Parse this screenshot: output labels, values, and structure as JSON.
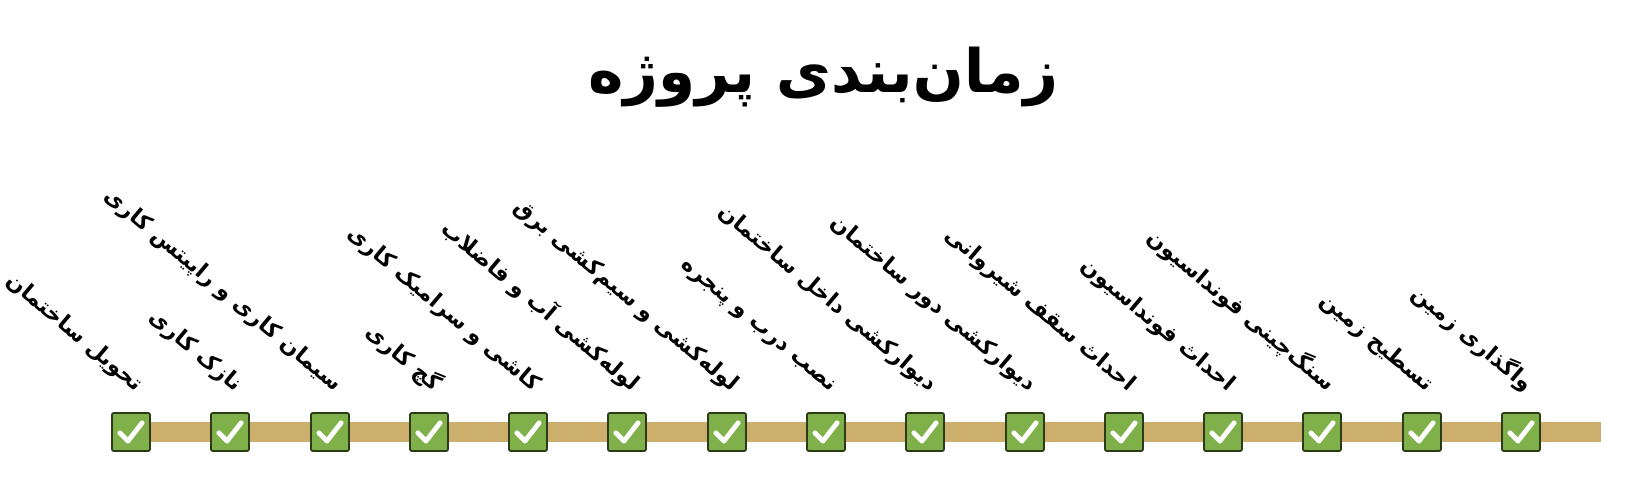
{
  "title": "زمان‌بندی پروژه",
  "colors": {
    "track": "#cdaf6d",
    "check_box": "#7fb04a",
    "check_mark": "#ffffff"
  },
  "milestones": [
    {
      "label": "واگذاری زمین",
      "status": "done",
      "icon": "check-mark-icon"
    },
    {
      "label": "تسطیح زمین",
      "status": "done",
      "icon": "check-mark-icon"
    },
    {
      "label": "سنگ‌چینی فونداسیون",
      "status": "done",
      "icon": "check-mark-icon"
    },
    {
      "label": "احداث فونداسیون",
      "status": "done",
      "icon": "check-mark-icon"
    },
    {
      "label": "احداث سقف شیروانی",
      "status": "done",
      "icon": "check-mark-icon"
    },
    {
      "label": "دیوارکشی دور ساختمان",
      "status": "done",
      "icon": "check-mark-icon"
    },
    {
      "label": "دیوارکشی داخل ساختمان",
      "status": "done",
      "icon": "check-mark-icon"
    },
    {
      "label": "نصب درب و پنجره",
      "status": "done",
      "icon": "check-mark-icon"
    },
    {
      "label": "لوله‌کشی و سیم‌کشی برق",
      "status": "done",
      "icon": "check-mark-icon"
    },
    {
      "label": "لوله‌کشی آب و فاضلاب",
      "status": "done",
      "icon": "check-mark-icon"
    },
    {
      "label": "کاشی و سرامیک کاری",
      "status": "done",
      "icon": "check-mark-icon"
    },
    {
      "label": "گچ کاری",
      "status": "done",
      "icon": "check-mark-icon"
    },
    {
      "label": "سیمان کاری و راپیتس کاری",
      "status": "done",
      "icon": "check-mark-icon"
    },
    {
      "label": "نازک کاری",
      "status": "done",
      "icon": "check-mark-icon"
    },
    {
      "label": "تحویل ساختمان",
      "status": "done",
      "icon": "check-mark-icon"
    }
  ]
}
